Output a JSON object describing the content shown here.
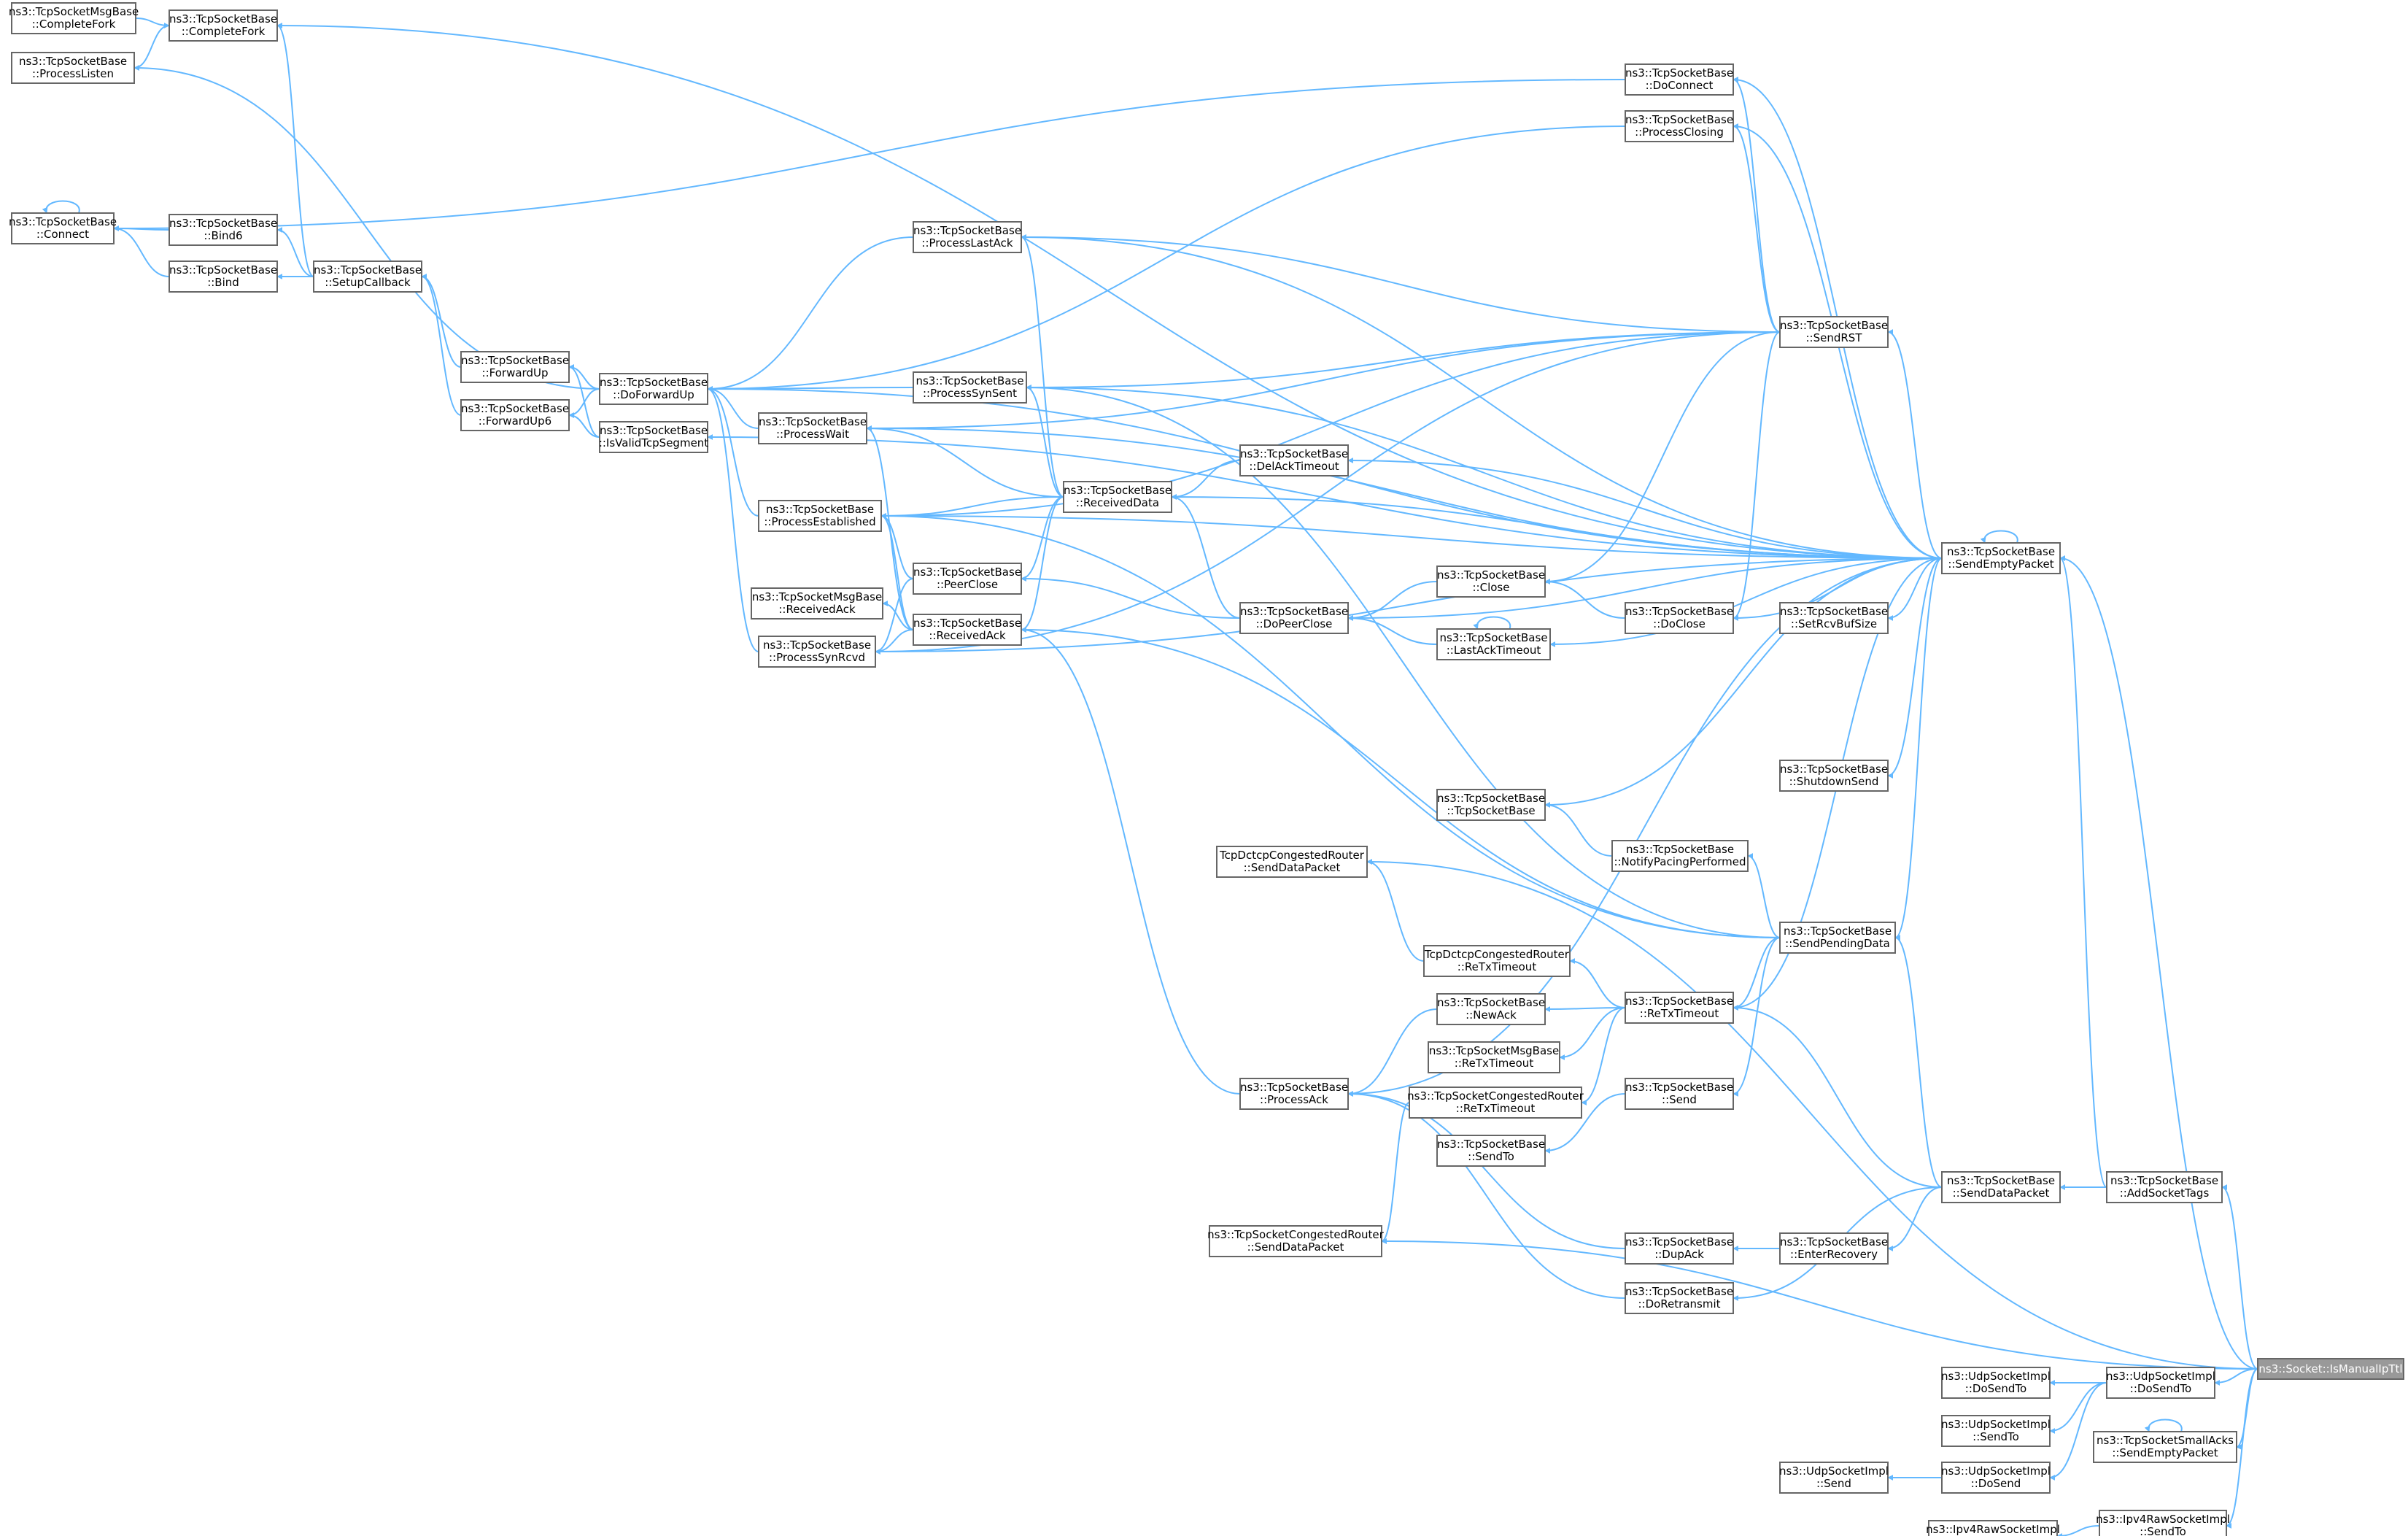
{
  "graph": {
    "title": "",
    "focus_node": "ns3::Socket::IsManualIpTtl",
    "colors": {
      "edge": "#63b8ff",
      "node_border": "#666666",
      "node_fill": "#ffffff",
      "focus_fill": "#999999"
    },
    "nodes": {
      "ismanual": [
        "ns3::Socket::IsManualIpTtl"
      ],
      "msgcompletefork": [
        "ns3::TcpSocketMsgBase",
        "::CompleteFork"
      ],
      "completefork": [
        "ns3::TcpSocketBase",
        "::CompleteFork"
      ],
      "processlisten": [
        "ns3::TcpSocketBase",
        "::ProcessListen"
      ],
      "connect": [
        "ns3::TcpSocketBase",
        "::Connect"
      ],
      "bind6": [
        "ns3::TcpSocketBase",
        "::Bind6"
      ],
      "bind": [
        "ns3::TcpSocketBase",
        "::Bind"
      ],
      "setupcallback": [
        "ns3::TcpSocketBase",
        "::SetupCallback"
      ],
      "forwardup": [
        "ns3::TcpSocketBase",
        "::ForwardUp"
      ],
      "forwardup6": [
        "ns3::TcpSocketBase",
        "::ForwardUp6"
      ],
      "doforwardup": [
        "ns3::TcpSocketBase",
        "::DoForwardUp"
      ],
      "isvalid": [
        "ns3::TcpSocketBase",
        "::IsValidTcpSegment"
      ],
      "processwait": [
        "ns3::TcpSocketBase",
        "::ProcessWait"
      ],
      "processestablished": [
        "ns3::TcpSocketBase",
        "::ProcessEstablished"
      ],
      "msgreceivedack": [
        "ns3::TcpSocketMsgBase",
        "::ReceivedAck"
      ],
      "processsynrcvd": [
        "ns3::TcpSocketBase",
        "::ProcessSynRcvd"
      ],
      "processlastack": [
        "ns3::TcpSocketBase",
        "::ProcessLastAck"
      ],
      "processsynsent": [
        "ns3::TcpSocketBase",
        "::ProcessSynSent"
      ],
      "peerclose": [
        "ns3::TcpSocketBase",
        "::PeerClose"
      ],
      "receivedack": [
        "ns3::TcpSocketBase",
        "::ReceivedAck"
      ],
      "receiveddata": [
        "ns3::TcpSocketBase",
        "::ReceivedData"
      ],
      "delacktimeout": [
        "ns3::TcpSocketBase",
        "::DelAckTimeout"
      ],
      "dopeerclose": [
        "ns3::TcpSocketBase",
        "::DoPeerClose"
      ],
      "close": [
        "ns3::TcpSocketBase",
        "::Close"
      ],
      "lastacktimeout": [
        "ns3::TcpSocketBase",
        "::LastAckTimeout"
      ],
      "doconnect": [
        "ns3::TcpSocketBase",
        "::DoConnect"
      ],
      "processclosing": [
        "ns3::TcpSocketBase",
        "::ProcessClosing"
      ],
      "sendrst": [
        "ns3::TcpSocketBase",
        "::SendRST"
      ],
      "doclose": [
        "ns3::TcpSocketBase",
        "::DoClose"
      ],
      "sendemptypacket": [
        "ns3::TcpSocketBase",
        "::SendEmptyPacket"
      ],
      "setrcvbufsize": [
        "ns3::TcpSocketBase",
        "::SetRcvBufSize"
      ],
      "shutdownsend": [
        "ns3::TcpSocketBase",
        "::ShutdownSend"
      ],
      "tcpsocketbase": [
        "ns3::TcpSocketBase",
        "::TcpSocketBase"
      ],
      "dctcpsenddata": [
        "TcpDctcpCongestedRouter",
        "::SendDataPacket"
      ],
      "notifypacing": [
        "ns3::TcpSocketBase",
        "::NotifyPacingPerformed"
      ],
      "sendpendingdata": [
        "ns3::TcpSocketBase",
        "::SendPendingData"
      ],
      "dctcpretx": [
        "TcpDctcpCongestedRouter",
        "::ReTxTimeout"
      ],
      "retxtimeout": [
        "ns3::TcpSocketBase",
        "::ReTxTimeout"
      ],
      "newack": [
        "ns3::TcpSocketBase",
        "::NewAck"
      ],
      "msgretx": [
        "ns3::TcpSocketMsgBase",
        "::ReTxTimeout"
      ],
      "congretx": [
        "ns3::TcpSocketCongestedRouter",
        "::ReTxTimeout"
      ],
      "send": [
        "ns3::TcpSocketBase",
        "::Send"
      ],
      "processack": [
        "ns3::TcpSocketBase",
        "::ProcessAck"
      ],
      "sendto": [
        "ns3::TcpSocketBase",
        "::SendTo"
      ],
      "senddatapacket": [
        "ns3::TcpSocketBase",
        "::SendDataPacket"
      ],
      "addsockettags": [
        "ns3::TcpSocketBase",
        "::AddSocketTags"
      ],
      "congsenddata": [
        "ns3::TcpSocketCongestedRouter",
        "::SendDataPacket"
      ],
      "dupack": [
        "ns3::TcpSocketBase",
        "::DupAck"
      ],
      "enterrecovery": [
        "ns3::TcpSocketBase",
        "::EnterRecovery"
      ],
      "doretransmit": [
        "ns3::TcpSocketBase",
        "::DoRetransmit"
      ],
      "udpdosendto1": [
        "ns3::UdpSocketImpl",
        "::DoSendTo"
      ],
      "udpdosendto2": [
        "ns3::UdpSocketImpl",
        "::DoSendTo"
      ],
      "udpsendto": [
        "ns3::UdpSocketImpl",
        "::SendTo"
      ],
      "smallacks": [
        "ns3::TcpSocketSmallAcks",
        "::SendEmptyPacket"
      ],
      "udpsend": [
        "ns3::UdpSocketImpl",
        "::Send"
      ],
      "udpdosend": [
        "ns3::UdpSocketImpl",
        "::DoSend"
      ],
      "ipv4rawsendto": [
        "ns3::Ipv4RawSocketImpl",
        "::SendTo"
      ],
      "ipv4rawsend": [
        "ns3::Ipv4RawSocketImpl",
        "::Send"
      ]
    }
  }
}
